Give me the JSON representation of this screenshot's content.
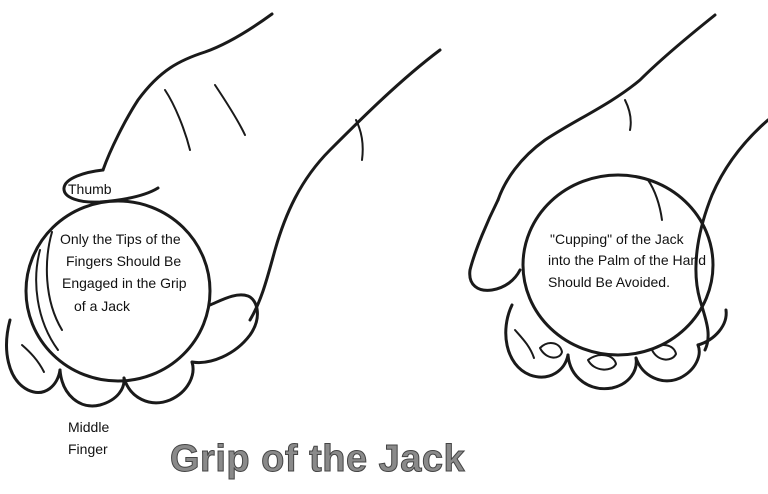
{
  "title": "Grip of the Jack",
  "left_figure": {
    "thumb_label": "Thumb",
    "middle_finger_label": [
      "Middle",
      "Finger"
    ],
    "ball_text": [
      "Only the Tips of the",
      "Fingers Should Be",
      "Engaged in the Grip",
      "of a Jack"
    ]
  },
  "right_figure": {
    "ball_text": [
      "\"Cupping\" of the Jack",
      "into the Palm of the Hand",
      "Should Be Avoided."
    ]
  }
}
